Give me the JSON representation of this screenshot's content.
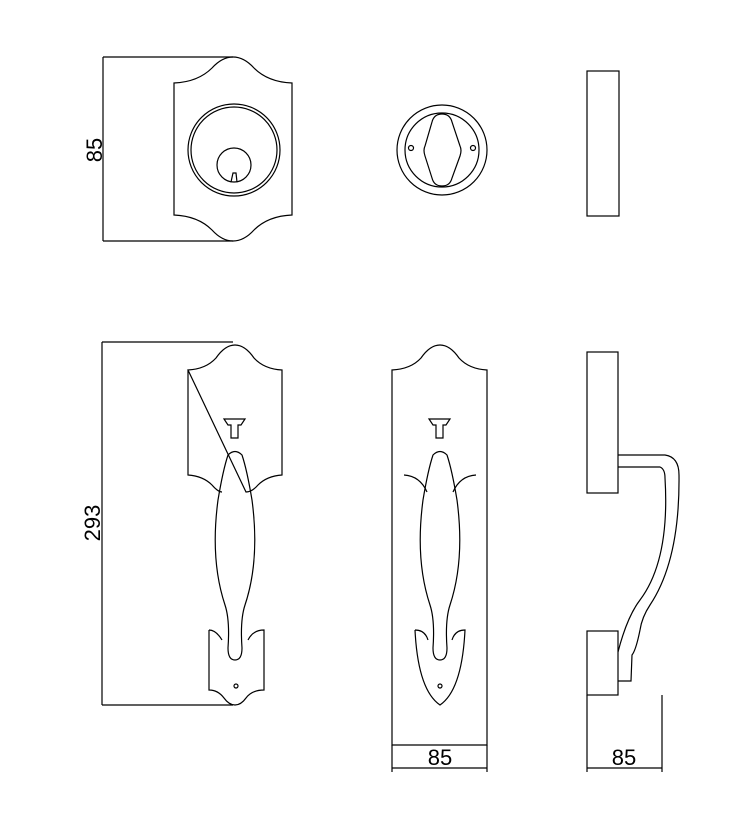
{
  "dimensions": {
    "deadbolt_height": "85",
    "handleset_height": "293",
    "plate_width": "85",
    "projection": "85"
  },
  "colors": {
    "line": "#000000",
    "background": "#ffffff"
  }
}
